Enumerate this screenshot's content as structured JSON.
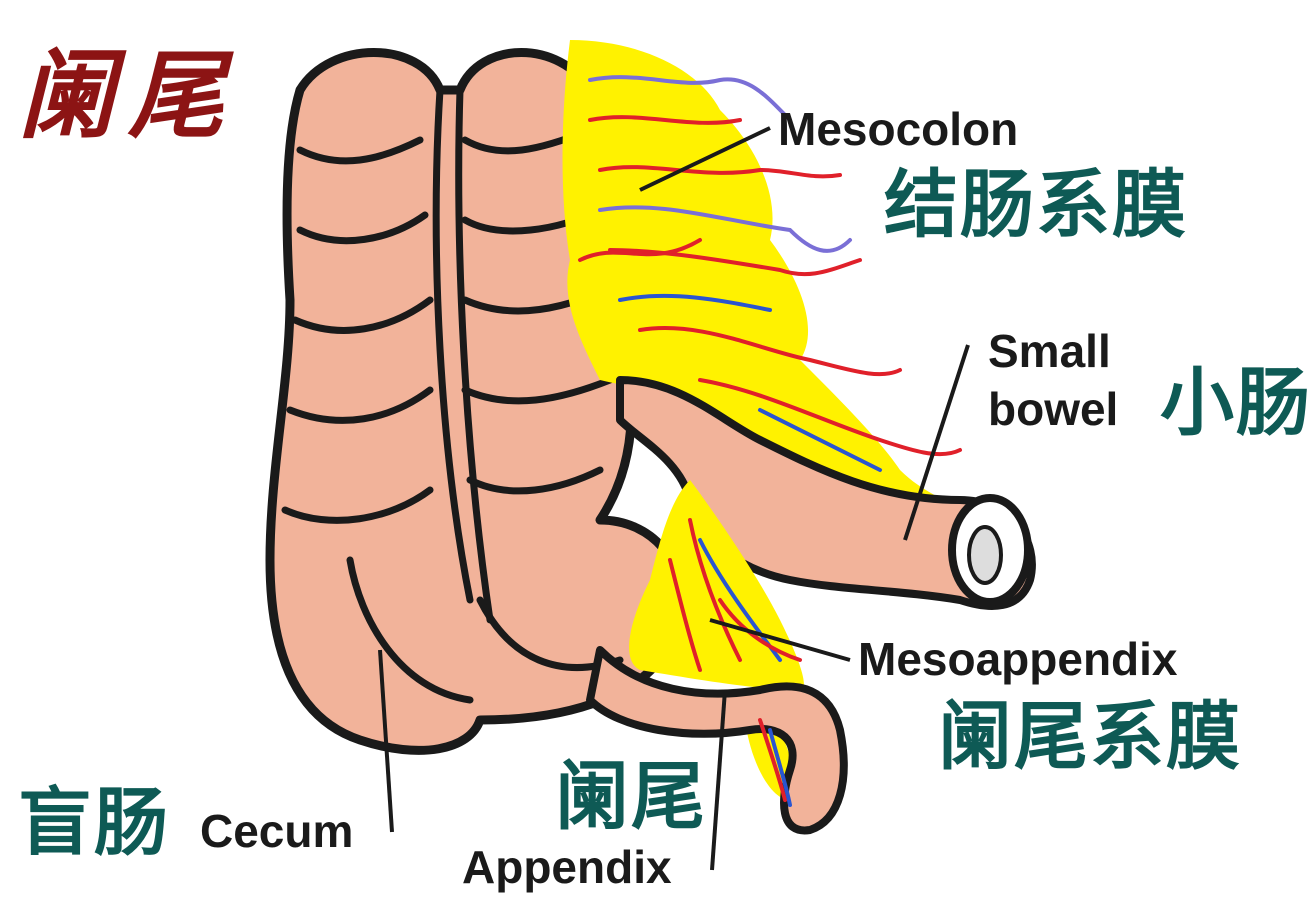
{
  "title": "阑尾",
  "labels": {
    "mesocolon": {
      "en": "Mesocolon",
      "zh": "结肠系膜"
    },
    "small_bowel": {
      "en_line1": "Small",
      "en_line2": "bowel",
      "zh": "小肠"
    },
    "mesoappendix": {
      "en": "Mesoappendix",
      "zh": "阑尾系膜"
    },
    "appendix": {
      "en": "Appendix",
      "zh": "阑尾"
    },
    "cecum": {
      "en": "Cecum",
      "zh": "盲肠"
    }
  },
  "colors": {
    "tissue": "#f2b39a",
    "outline": "#1a1a1a",
    "fat": "#fff200",
    "artery": "#e0202a",
    "vein": "#7a6fd6",
    "vessel_blue": "#2a55d0",
    "label_cn": "#0e5a55",
    "title": "#8c1414"
  }
}
